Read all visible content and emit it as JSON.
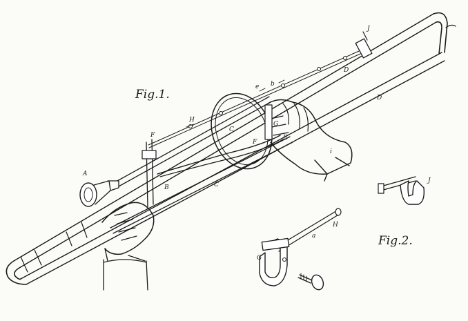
{
  "figure_labels": {
    "fig1": "Fig.1.",
    "fig2": "Fig.2."
  },
  "part_labels": {
    "A": "A",
    "B": "B",
    "C_lower": "C",
    "C_upper": "C",
    "D_top": "D",
    "D_mid": "D",
    "E": "E",
    "F_mid": "F",
    "F_left": "F",
    "G": "G",
    "G_fig2": "G",
    "H_upper": "H",
    "H_fig2": "H",
    "J_top": "J",
    "J_fig2": "J",
    "a": "a",
    "b": "b",
    "e": "e",
    "i": "i"
  },
  "colors": {
    "ink": "#1a1a1a",
    "paper": "#fbfbf8"
  }
}
